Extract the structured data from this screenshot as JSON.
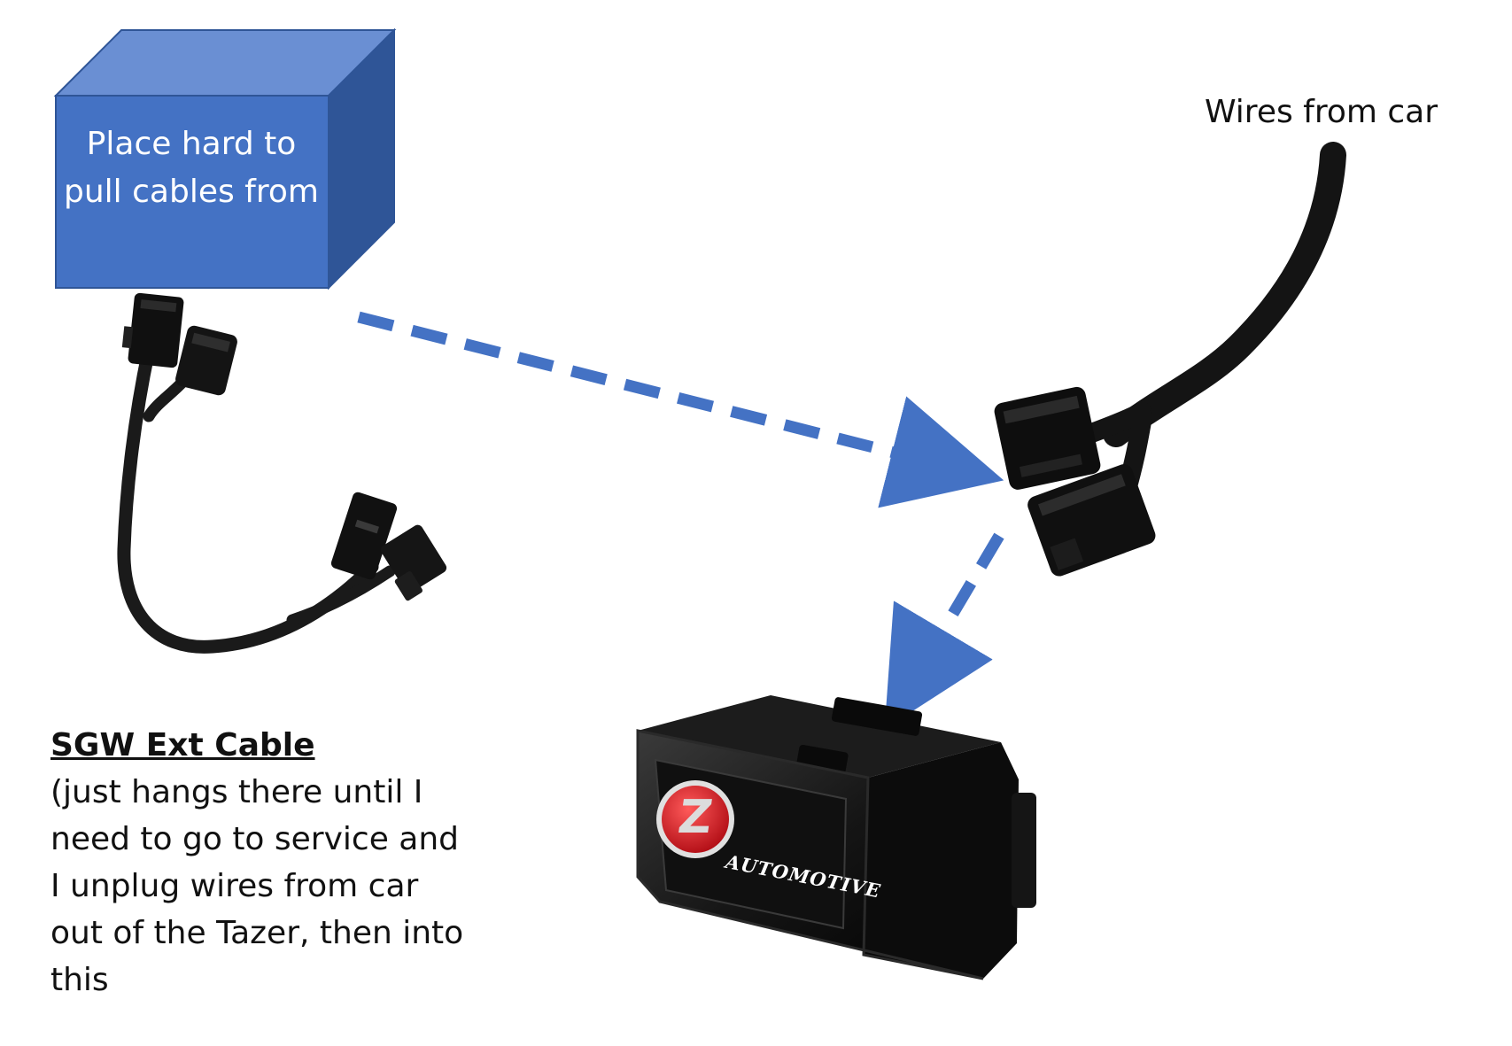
{
  "box": {
    "label": "Place hard to pull cables from",
    "front_color": "#4472c4",
    "top_color": "#6a8fd3",
    "side_color": "#2f5597"
  },
  "labels": {
    "wires_from_car": "Wires from car",
    "cable_title": "SGW Ext Cable",
    "cable_desc": "(just hangs there until I need to go to service and I unplug wires from car out of the Tazer, then into this"
  },
  "device": {
    "logo_letter": "Z",
    "logo_word": "AUTOMOTIVE",
    "logo_color": "#d9262c"
  },
  "arrow_color": "#4472c4",
  "icons": [
    "cube-shape",
    "y-cable-harness",
    "car-wire-connector",
    "obd-module",
    "dashed-arrow"
  ]
}
